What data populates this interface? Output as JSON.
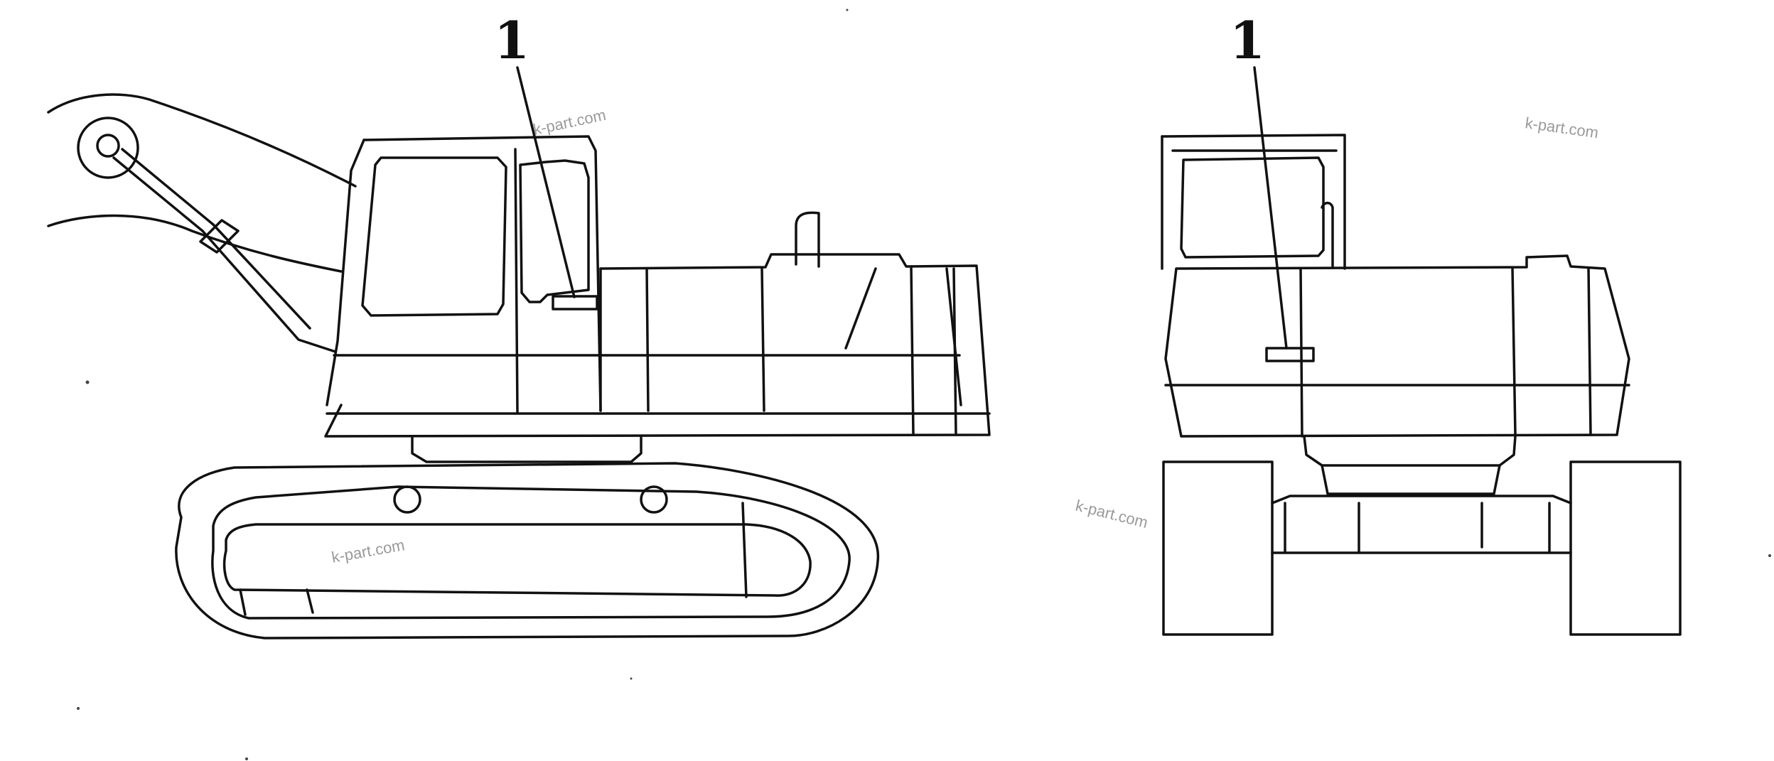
{
  "callouts": {
    "side_view": "1",
    "rear_view": "1"
  },
  "watermarks": [
    "k-part.com",
    "k-part.com",
    "k-part.com",
    "k-part.com"
  ],
  "colors": {
    "line": "#111111",
    "background": "#ffffff",
    "watermark": "#9a9a9a"
  }
}
